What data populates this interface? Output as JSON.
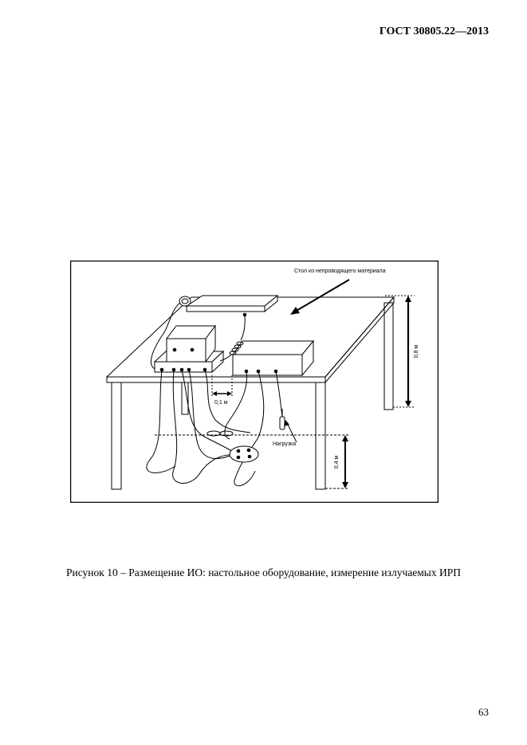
{
  "header": {
    "doc_code": "ГОСТ 30805.22—2013"
  },
  "figure": {
    "labels": {
      "table": "Стол из непроводящего материала",
      "height_table": "0,8 м",
      "spacing": "0,1 м",
      "load": "Нагрузка",
      "height_cable": "0,4 м"
    }
  },
  "caption": {
    "text": "Рисунок 10 – Размещение ИО: настольное оборудование, измерение излучаемых ИРП"
  },
  "footer": {
    "page_number": "63"
  }
}
